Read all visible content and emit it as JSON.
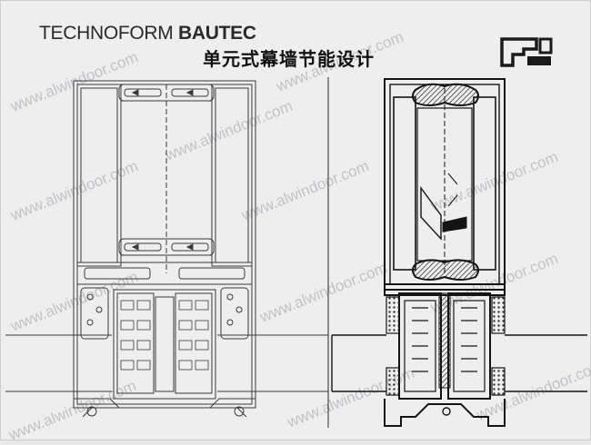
{
  "brand": {
    "part1": "TECHNOFORM ",
    "part2": "BAUTEC"
  },
  "title": "单元式幕墙节能设计",
  "logo_icon": "technoform-logo-icon",
  "watermark": "www.alwindoor.com",
  "colors": {
    "ink": "#1c1c1c",
    "paper": "#efeeef",
    "watermark": "#9b9ba3"
  },
  "icons": [
    "technoform-logo-icon"
  ]
}
